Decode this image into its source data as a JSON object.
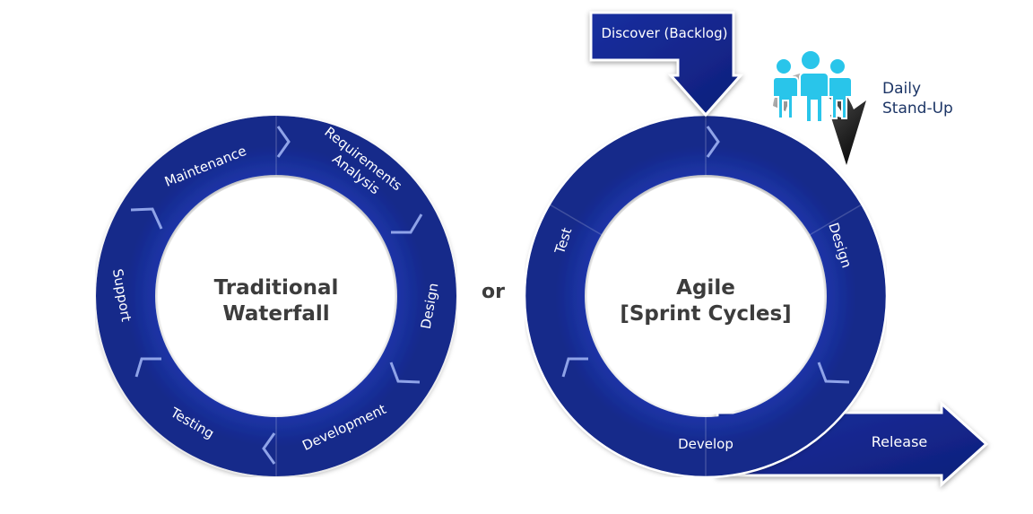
{
  "waterfall": {
    "title_line1": "Traditional",
    "title_line2": "Waterfall",
    "stages": {
      "requirements_line1": "Requirements",
      "requirements_line2": "Analysis",
      "design": "Design",
      "development": "Development",
      "testing": "Testing",
      "support": "Support",
      "maintenance": "Maintenance"
    }
  },
  "separator": "or",
  "agile": {
    "title_line1": "Agile",
    "title_line2": "[Sprint Cycles]",
    "stages": {
      "design": "Design",
      "develop": "Develop",
      "test": "Test"
    },
    "discover": "Discover (Backlog)",
    "release": "Release",
    "standup_line1": "Daily",
    "standup_line2": "Stand-Up"
  },
  "colors": {
    "ring_dark": "#1a2d8f",
    "ring_light": "#1f3fc4",
    "chevron": "#8fa3e8",
    "people": "#29c5ea",
    "text_dark": "#3c3c3c"
  }
}
